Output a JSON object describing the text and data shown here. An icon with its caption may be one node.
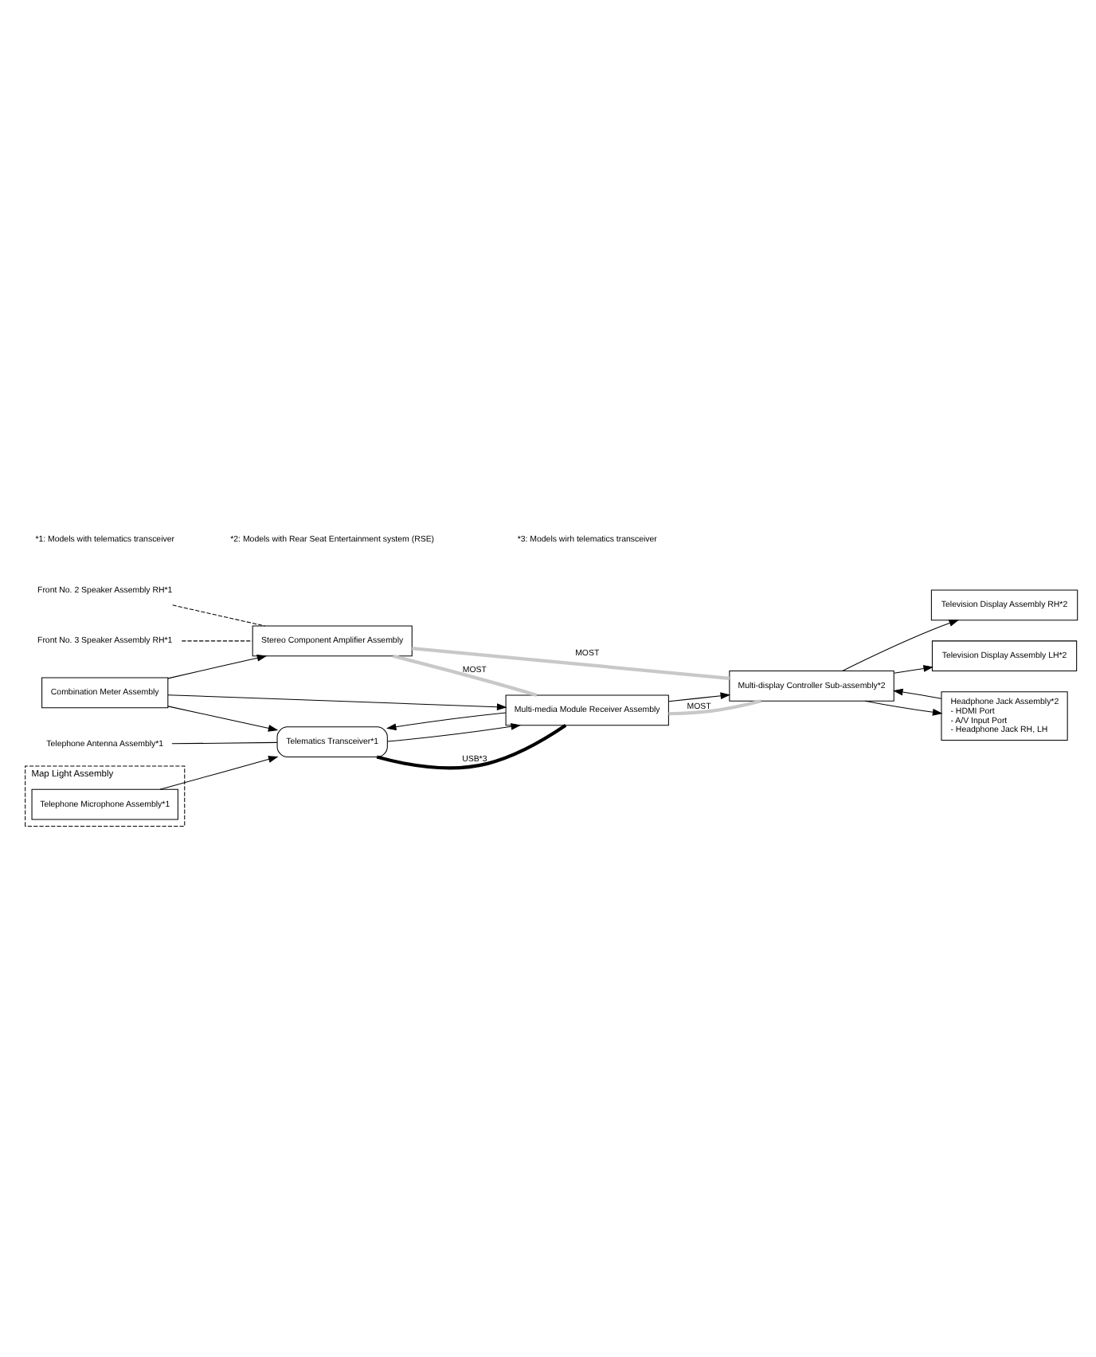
{
  "diagram": {
    "nodes": [
      {
        "text": [
          "Telephone Antenna Assembly*1"
        ]
      },
      {
        "text": [
          "Map Light Assembly"
        ]
      },
      {
        "text": [
          "Telephone Microphone Assembly*1"
        ],
        "in": 1
      },
      {
        "text": [
          "Telematics Transceiver*1"
        ]
      },
      {
        "text": [
          "Multi-media Module Receiver Assembly"
        ]
      },
      {
        "text": [
          "Front No. 2 Speaker Assembly RH*1"
        ]
      },
      {
        "text": [
          "Front No. 3 Speaker Assembly RH*1"
        ]
      },
      {
        "text": [
          "Stereo Component Amplifier Assembly"
        ]
      },
      {
        "text": [
          "Combination Meter Assembly"
        ]
      },
      {
        "text": [
          "Multi-display Controller Sub-assembly*2"
        ]
      },
      {
        "text": [
          "Television Display Assembly RH*2"
        ]
      },
      {
        "text": [
          "Television Display Assembly LH*2"
        ]
      },
      {
        "text": [
          "Headphone Jack Assembly*2",
          "- HDMI Port",
          "- A/V Input Port",
          "- Headphone Jack RH, LH"
        ]
      }
    ],
    "edges": [
      {
        "from": 0,
        "to": 3,
        "arrow": "none"
      },
      {
        "from": 3,
        "to": 4,
        "arrow": "none",
        "label": "USB*3",
        "style": "thick"
      },
      {
        "from": 2,
        "to": 3,
        "arrow": "to"
      },
      {
        "from": 3,
        "to": 4,
        "arrow": "to"
      },
      {
        "from": 4,
        "to": 3,
        "arrow": "to"
      },
      {
        "from": 5,
        "to": 7,
        "arrow": "none",
        "style": "dashed"
      },
      {
        "from": 6,
        "to": 7,
        "arrow": "none",
        "style": "dashed"
      },
      {
        "from": 8,
        "to": 3,
        "arrow": "to"
      },
      {
        "from": 8,
        "to": 4,
        "arrow": "to"
      },
      {
        "from": 8,
        "to": 7,
        "arrow": "to"
      },
      {
        "from": 7,
        "to": 4,
        "arrow": "none",
        "label": "MOST",
        "style": "thick",
        "color": "#c8c8c8"
      },
      {
        "from": 7,
        "to": 9,
        "arrow": "none",
        "label": "MOST",
        "style": "thick",
        "color": "#c8c8c8"
      },
      {
        "from": 9,
        "to": 4,
        "arrow": "none",
        "label": "MOST",
        "style": "thick",
        "color": "#c8c8c8"
      },
      {
        "from": 4,
        "to": 9,
        "arrow": "to"
      },
      {
        "from": 9,
        "to": 10,
        "arrow": "to"
      },
      {
        "from": 9,
        "to": 11,
        "arrow": "to"
      },
      {
        "from": 12,
        "to": 9,
        "arrow": "to"
      },
      {
        "from": 9,
        "to": 12,
        "arrow": "to"
      }
    ],
    "labels": [
      "*1: Models with telematics transceiver",
      "*2: Models with Rear Seat Entertainment system (RSE)",
      "*3: Models wirh telematics transceiver"
    ]
  }
}
